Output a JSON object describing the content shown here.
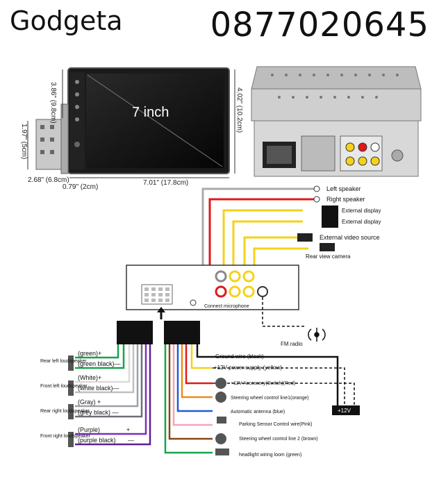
{
  "header": {
    "brand": "Godgeta",
    "phone": "0877020645"
  },
  "dimensions": {
    "screen_label": "7 inch",
    "height_left": "3.86\" (9.8cm)",
    "height_right": "4.02\" (10.2cm)",
    "width": "7.01\" (17.8cm)",
    "depth": "2.68\" (6.8cm)",
    "thickness": "0.79\" (2cm)",
    "bracket": "1.97\" (5cm)"
  },
  "av_connections": {
    "left_speaker": "Left speaker",
    "right_speaker": "Right speaker",
    "external_display_1": "External display",
    "external_display_2": "External display",
    "external_video_source": "External video source",
    "rear_view_camera": "Rear view camera",
    "connect_microphone": "Connect microphone",
    "fm_radio": "FM radio"
  },
  "speaker_wires": {
    "rear_left_name": "Rear left loudspeaker",
    "front_left_name": "Front left loudspeaker",
    "rear_right_name": "Rear right loudspeaker",
    "front_right_name": "Front right loudspeaker",
    "green_pos": "(green)+",
    "green_neg": "(green black)—",
    "white_pos": "(White)+",
    "white_neg": "(white black)—",
    "gray_pos": "(Gray)  +",
    "gray_neg": "(grey black) —",
    "purple_pos": "(Purple)",
    "purple_neg": "(purple black)",
    "plus": "+",
    "minus": "—"
  },
  "power_wires": {
    "ground": "Ground wire (black)",
    "power": "+12V power supply (yellow)",
    "accessory": "+12V Accessory(Switch)(Red)",
    "steering1": "Steering wheel control line1(orange)",
    "antenna": "Automatic antenna (blue)",
    "parking": "Parking Sensor Control wire(Pink)",
    "steering2": "Steering wheel control line 2 (brown)",
    "headlight": "headlight wiring loom  (green)",
    "battery": "+12V"
  },
  "colors": {
    "red": "#e01818",
    "yellow": "#f5d21a",
    "black": "#111111",
    "orange": "#f08a1a",
    "blue": "#1e5ad8",
    "pink": "#f4a3b7",
    "brown": "#8b4513",
    "green": "#16a34a",
    "purple": "#7b2fbe",
    "gray": "#9aa0a6"
  }
}
